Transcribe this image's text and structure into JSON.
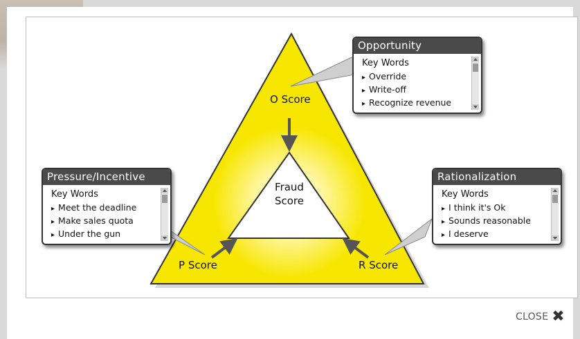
{
  "modal": {
    "close_label": "CLOSE",
    "close_icon": "✖"
  },
  "figure": {
    "center": {
      "line1": "Fraud",
      "line2": "Score"
    },
    "scores": {
      "o": "O Score",
      "p": "P Score",
      "r": "R Score"
    },
    "callouts": {
      "opportunity": {
        "title": "Opportunity",
        "key_words_label": "Key Words",
        "items": [
          "Override",
          "Write-off",
          "Recognize revenue"
        ]
      },
      "pressure": {
        "title": "Pressure/Incentive",
        "key_words_label": "Key Words",
        "items": [
          "Meet the deadline",
          "Make sales quota",
          "Under the gun"
        ]
      },
      "rationalization": {
        "title": "Rationalization",
        "key_words_label": "Key Words",
        "items": [
          "I think it's Ok",
          "Sounds reasonable",
          "I deserve"
        ]
      }
    },
    "colors": {
      "triangle_fill": "#f7e600",
      "glow": "#fffbe0",
      "callout_header": "#4a4a4a",
      "arrow": "#555555"
    }
  }
}
